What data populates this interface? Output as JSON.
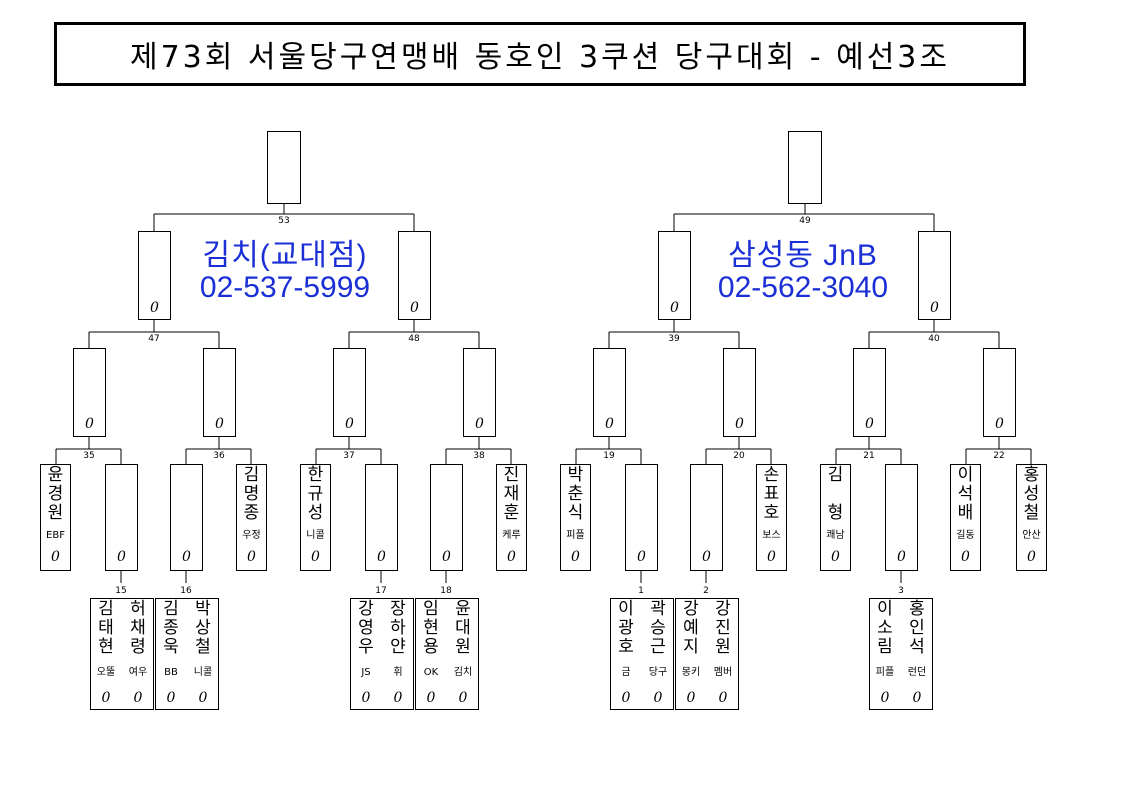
{
  "title": "제73회 서울당구연맹배 동호인 3쿠션 당구대회 - 예선3조",
  "accent_color": "#1a2fd6",
  "venues": [
    {
      "name": "김치(교대점)",
      "phone": "02-537-5999"
    },
    {
      "name": "삼성동 JnB",
      "phone": "02-562-3040"
    }
  ],
  "score_mark": "0",
  "match_numbers": {
    "final_left": "53",
    "final_right": "49",
    "m47": "47",
    "m48": "48",
    "m39": "39",
    "m40": "40",
    "m35": "35",
    "m36": "36",
    "m37": "37",
    "m38": "38",
    "m19": "19",
    "m20": "20",
    "m21": "21",
    "m22": "22",
    "m15": "15",
    "m16": "16",
    "m17": "17",
    "m18": "18",
    "m1": "1",
    "m2": "2",
    "m3": "3"
  },
  "seeded_players": [
    {
      "name": "윤경원",
      "club": "EBF"
    },
    {
      "name": "김명종",
      "club": "우정"
    },
    {
      "name": "한규성",
      "club": "니콜"
    },
    {
      "name": "진재훈",
      "club": "케루"
    },
    {
      "name": "박춘식",
      "club": "피플"
    },
    {
      "name": "손표호",
      "club": "보스"
    },
    {
      "name": "김 형",
      "club": "쾌남"
    },
    {
      "name": "이석배",
      "club": "길동"
    },
    {
      "name": "홍성철",
      "club": "안산"
    }
  ],
  "prelim_players": [
    {
      "name": "김태현",
      "club": "오뚤"
    },
    {
      "name": "허채령",
      "club": "여우"
    },
    {
      "name": "김종욱",
      "club": "BB"
    },
    {
      "name": "박상철",
      "club": "니콜"
    },
    {
      "name": "강영우",
      "club": "JS"
    },
    {
      "name": "장하얀",
      "club": "휘"
    },
    {
      "name": "임현용",
      "club": "OK"
    },
    {
      "name": "윤대원",
      "club": "김치"
    },
    {
      "name": "이광호",
      "club": "금"
    },
    {
      "name": "곽승근",
      "club": "당구"
    },
    {
      "name": "강예지",
      "club": "몽키"
    },
    {
      "name": "강진원",
      "club": "멤버"
    },
    {
      "name": "이소림",
      "club": "피플"
    },
    {
      "name": "홍인석",
      "club": "런던"
    }
  ]
}
